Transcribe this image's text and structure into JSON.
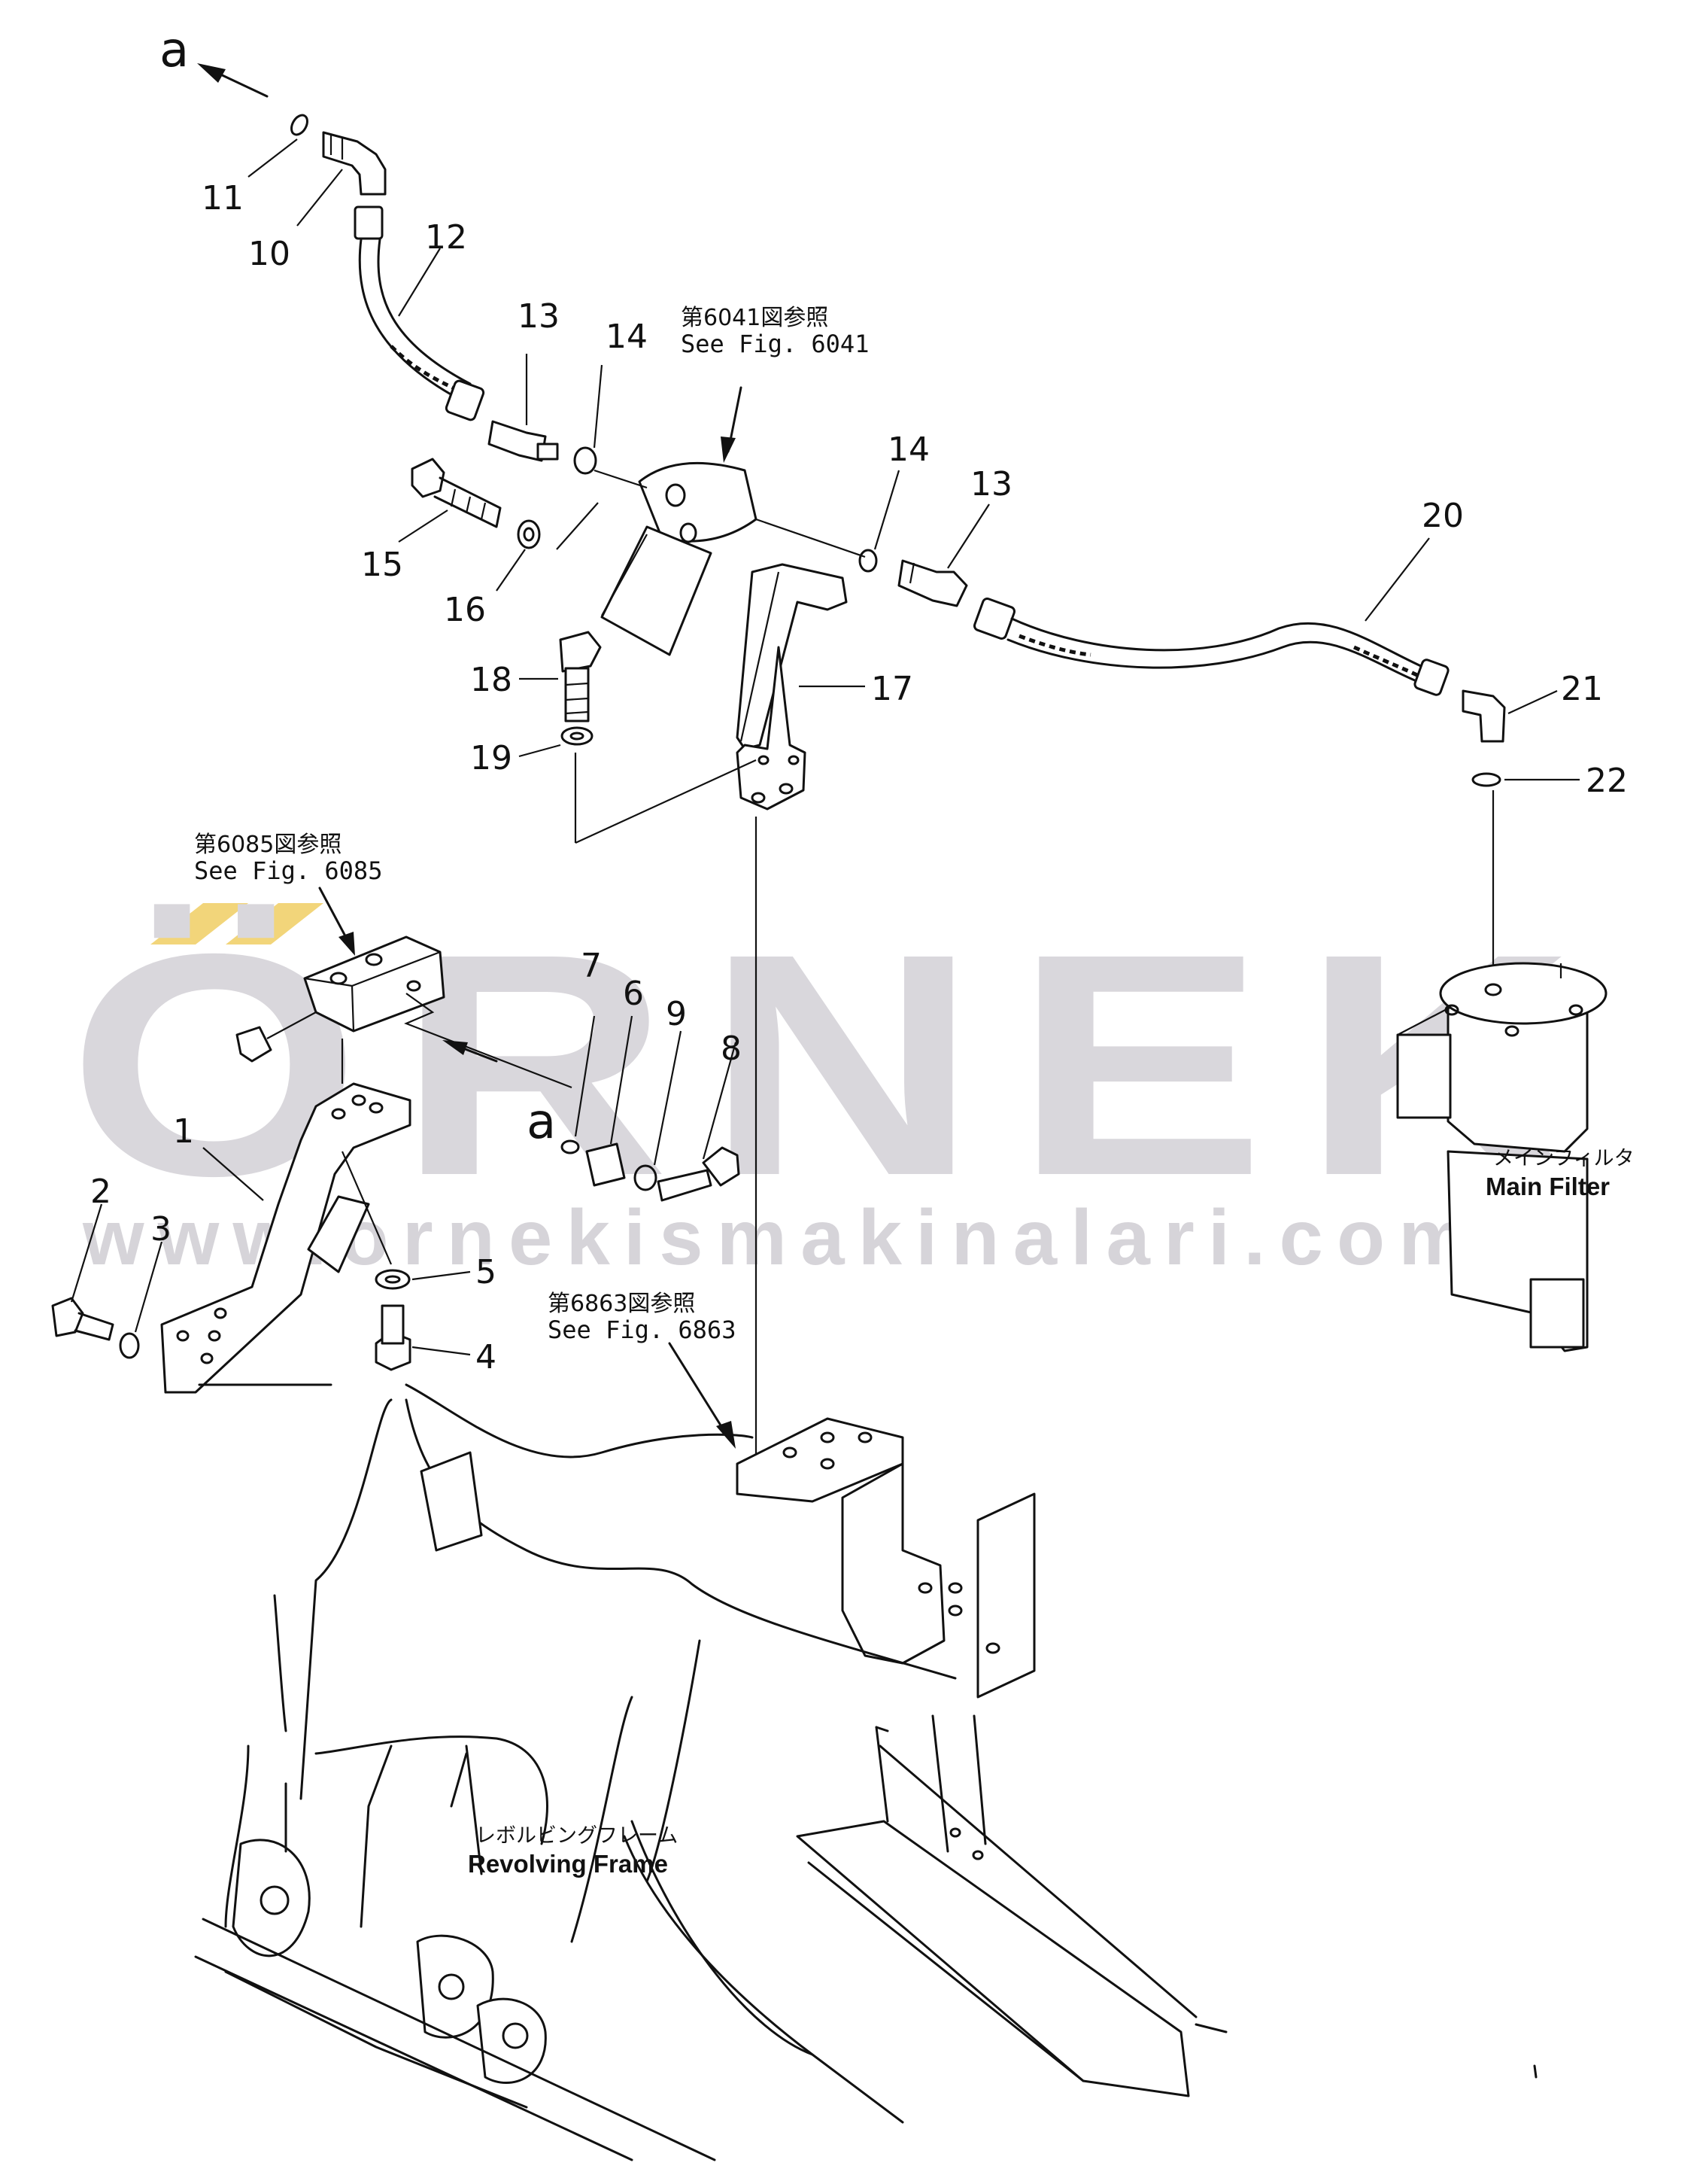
{
  "watermark": {
    "brand": "ÖRNEK",
    "url": "www.ornekismakinalari.com.tr",
    "accent_color": "#f2d57a",
    "text_color": "#d9d7dc"
  },
  "callouts": {
    "n1": "1",
    "n2": "2",
    "n3": "3",
    "n4": "4",
    "n5": "5",
    "n6": "6",
    "n7": "7",
    "n8": "8",
    "n9": "9",
    "n10": "10",
    "n11": "11",
    "n12": "12",
    "n13a": "13",
    "n13b": "13",
    "n14a": "14",
    "n14b": "14",
    "n15": "15",
    "n16": "16",
    "n17": "17",
    "n18": "18",
    "n19": "19",
    "n20": "20",
    "n21": "21",
    "n22": "22"
  },
  "connectors": {
    "a_top": "a",
    "a_mid": "a"
  },
  "references": {
    "fig6041_jp": "第6041図参照",
    "fig6041_en": "See  Fig. 6041",
    "fig6085_jp": "第6085図参照",
    "fig6085_en": "See  Fig. 6085",
    "fig6863_jp": "第6863図参照",
    "fig6863_en": "See  Fig. 6863"
  },
  "labels": {
    "main_filter_jp": "メインフィルタ",
    "main_filter_en": "Main  Filter",
    "revolving_frame_jp": "レボルビングフレーム",
    "revolving_frame_en": "Revolving  Frame"
  }
}
